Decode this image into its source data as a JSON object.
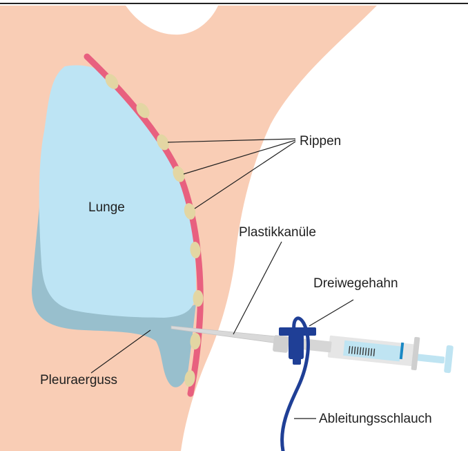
{
  "labels": {
    "lung": "Lunge",
    "ribs": "Rippen",
    "catheter": "Plastikkanüle",
    "stopcock": "Dreiwegehahn",
    "effusion": "Pleuraerguss",
    "drain_tube": "Ableitungsschlauch"
  },
  "colors": {
    "skin": "#f9cdb5",
    "lung": "#bde4f4",
    "effusion": "#98bfcd",
    "pleura": "#e8607f",
    "rib": "#e3d6a3",
    "stopcock": "#1f3f96",
    "syringe_barrel": "#bfe4f2",
    "needle": "#d9d9d9",
    "leader_line": "#1f1f1f"
  }
}
